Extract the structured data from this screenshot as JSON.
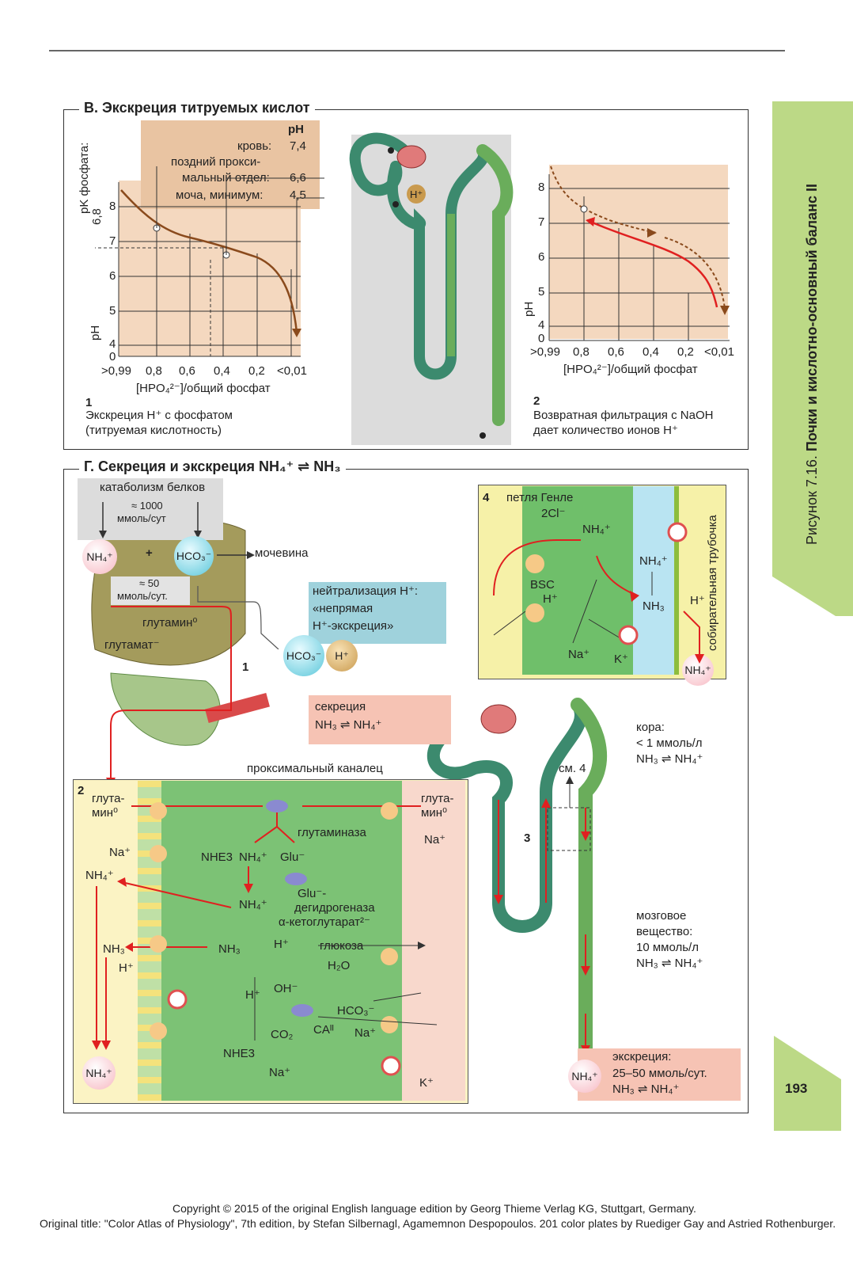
{
  "page": {
    "number": "193",
    "side_label_prefix": "Рисунок 7.16.",
    "side_label_title": "Почки и кислотно-основный баланс II",
    "copyright_line1": "Copyright © 2015 of the original English language edition by Georg Thieme Verlag KG, Stuttgart, Germany.",
    "copyright_line2": "Original title: \"Color Atlas of Physiology\", 7th edition, by Stefan Silbernagl, Agamemnon Despopoulos. 201 color plates by Ruediger Gay and Astried Rothenburger."
  },
  "section_v": {
    "title": "В. Экскреция титруемых кислот",
    "ph_header": "pH",
    "blood_label": "кровь:",
    "blood_value": "7,4",
    "prox_label_1": "поздний прокси-",
    "prox_label_2": "мальный отдел:",
    "prox_value": "6,6",
    "urine_label": "моча, минимум:",
    "urine_value": "4,5",
    "h_ion": "H⁺",
    "chart1": {
      "ylabel_top": "pK фосфата:",
      "ylabel_value": "6,8",
      "ylabel_ph": "pH",
      "yticks": [
        "8",
        "7",
        "6",
        "5",
        "4",
        "0"
      ],
      "xticks": [
        ">0,99",
        "0,8",
        "0,6",
        "0,4",
        "0,2",
        "<0,01"
      ],
      "xlabel": "[HPO₄²⁻]/общий фосфат",
      "num": "1",
      "caption_1": "Экскреция H⁺ с фосфатом",
      "caption_2": "(титруемая кислотность)"
    },
    "chart2": {
      "ylabel_ph": "pH",
      "yticks": [
        "8",
        "7",
        "6",
        "5",
        "4",
        "0"
      ],
      "xticks": [
        ">0,99",
        "0,8",
        "0,6",
        "0,4",
        "0,2",
        "<0,01"
      ],
      "xlabel": "[HPO₄²⁻]/общий фосфат",
      "num": "2",
      "caption_1": "Возвратная фильтрация с NaOH",
      "caption_2": "дает количество ионов H⁺"
    }
  },
  "section_g": {
    "title": "Г. Секреция и экскреция NH₄⁺ ⇌ NH₃",
    "protein_catabolism": "катаболизм белков",
    "mmol_1000_a": "≈ 1000",
    "mmol_1000_b": "ммоль/сут",
    "nh4": "NH₄⁺",
    "plus": "+",
    "hco3": "HCO₃⁻",
    "urea": "мочевина",
    "mmol_50_a": "≈ 50",
    "mmol_50_b": "ммоль/сут.",
    "glutamine0": "глутамин⁰",
    "glutamate": "глутамат⁻",
    "num1": "1",
    "neutral_1": "нейтрализация H⁺:",
    "neutral_2": "«непрямая",
    "neutral_3": "H⁺-экскреция»",
    "h": "H⁺",
    "secretion_1": "секреция",
    "secretion_2": "NH₃ ⇌ NH₄⁺",
    "box4": {
      "num": "4",
      "henle": "петля Генле",
      "cl": "2Cl⁻",
      "nh4": "NH₄⁺",
      "bsc": "BSC",
      "h": "H⁺",
      "nh4_mid": "NH₄⁺",
      "nh3": "NH₃",
      "h_right": "H⁺",
      "na": "Na⁺",
      "k": "K⁺",
      "nh4_ion": "NH₄⁺",
      "collecting": "собирательная трубочка"
    },
    "cortex_1": "кора:",
    "cortex_2": "< 1 ммоль/л",
    "cortex_3": "NH₃ ⇌ NH₄⁺",
    "see4": "см. 4",
    "num3": "3",
    "medulla_1": "мозговое",
    "medulla_2": "вещество:",
    "medulla_3": "10 ммоль/л",
    "medulla_4": "NH₃ ⇌ NH₄⁺",
    "excretion_1": "экскреция:",
    "excretion_2": "25–50 ммоль/сут.",
    "excretion_3": "NH₃ ⇌ NH₄⁺",
    "box2": {
      "title": "проксимальный каналец",
      "num": "2",
      "glut_left_1": "глута-",
      "glut_left_2": "мин⁰",
      "glut_right_1": "глута-",
      "glut_right_2": "мин⁰",
      "glutaminase": "глутаминаза",
      "na_left": "Na⁺",
      "nhe3": "NHE3",
      "nh4_a": "NH₄⁺",
      "glu": "Glu⁻",
      "na_right": "Na⁺",
      "nh4_out": "NH₄⁺",
      "nh4_mid": "NH₄⁺",
      "glu_dh_1": "Glu⁻-",
      "glu_dh_2": "дегидрогеназа",
      "akg": "α-кетоглутарат²⁻",
      "nh3_out": "NH₃",
      "nh3": "NH₃",
      "h_glu": "H⁺",
      "glucose": "глюкоза",
      "h_out": "H⁺",
      "h2o": "H₂O",
      "h_mid": "H⁺",
      "oh": "OH⁻",
      "hco3": "HCO₃⁻",
      "co2": "CO₂",
      "ca": "CAᴵᴵ",
      "na_b": "Na⁺",
      "nhe3_b": "NHE3",
      "na_c": "Na⁺",
      "k": "K⁺",
      "nh4_ion": "NH₄⁺"
    }
  }
}
